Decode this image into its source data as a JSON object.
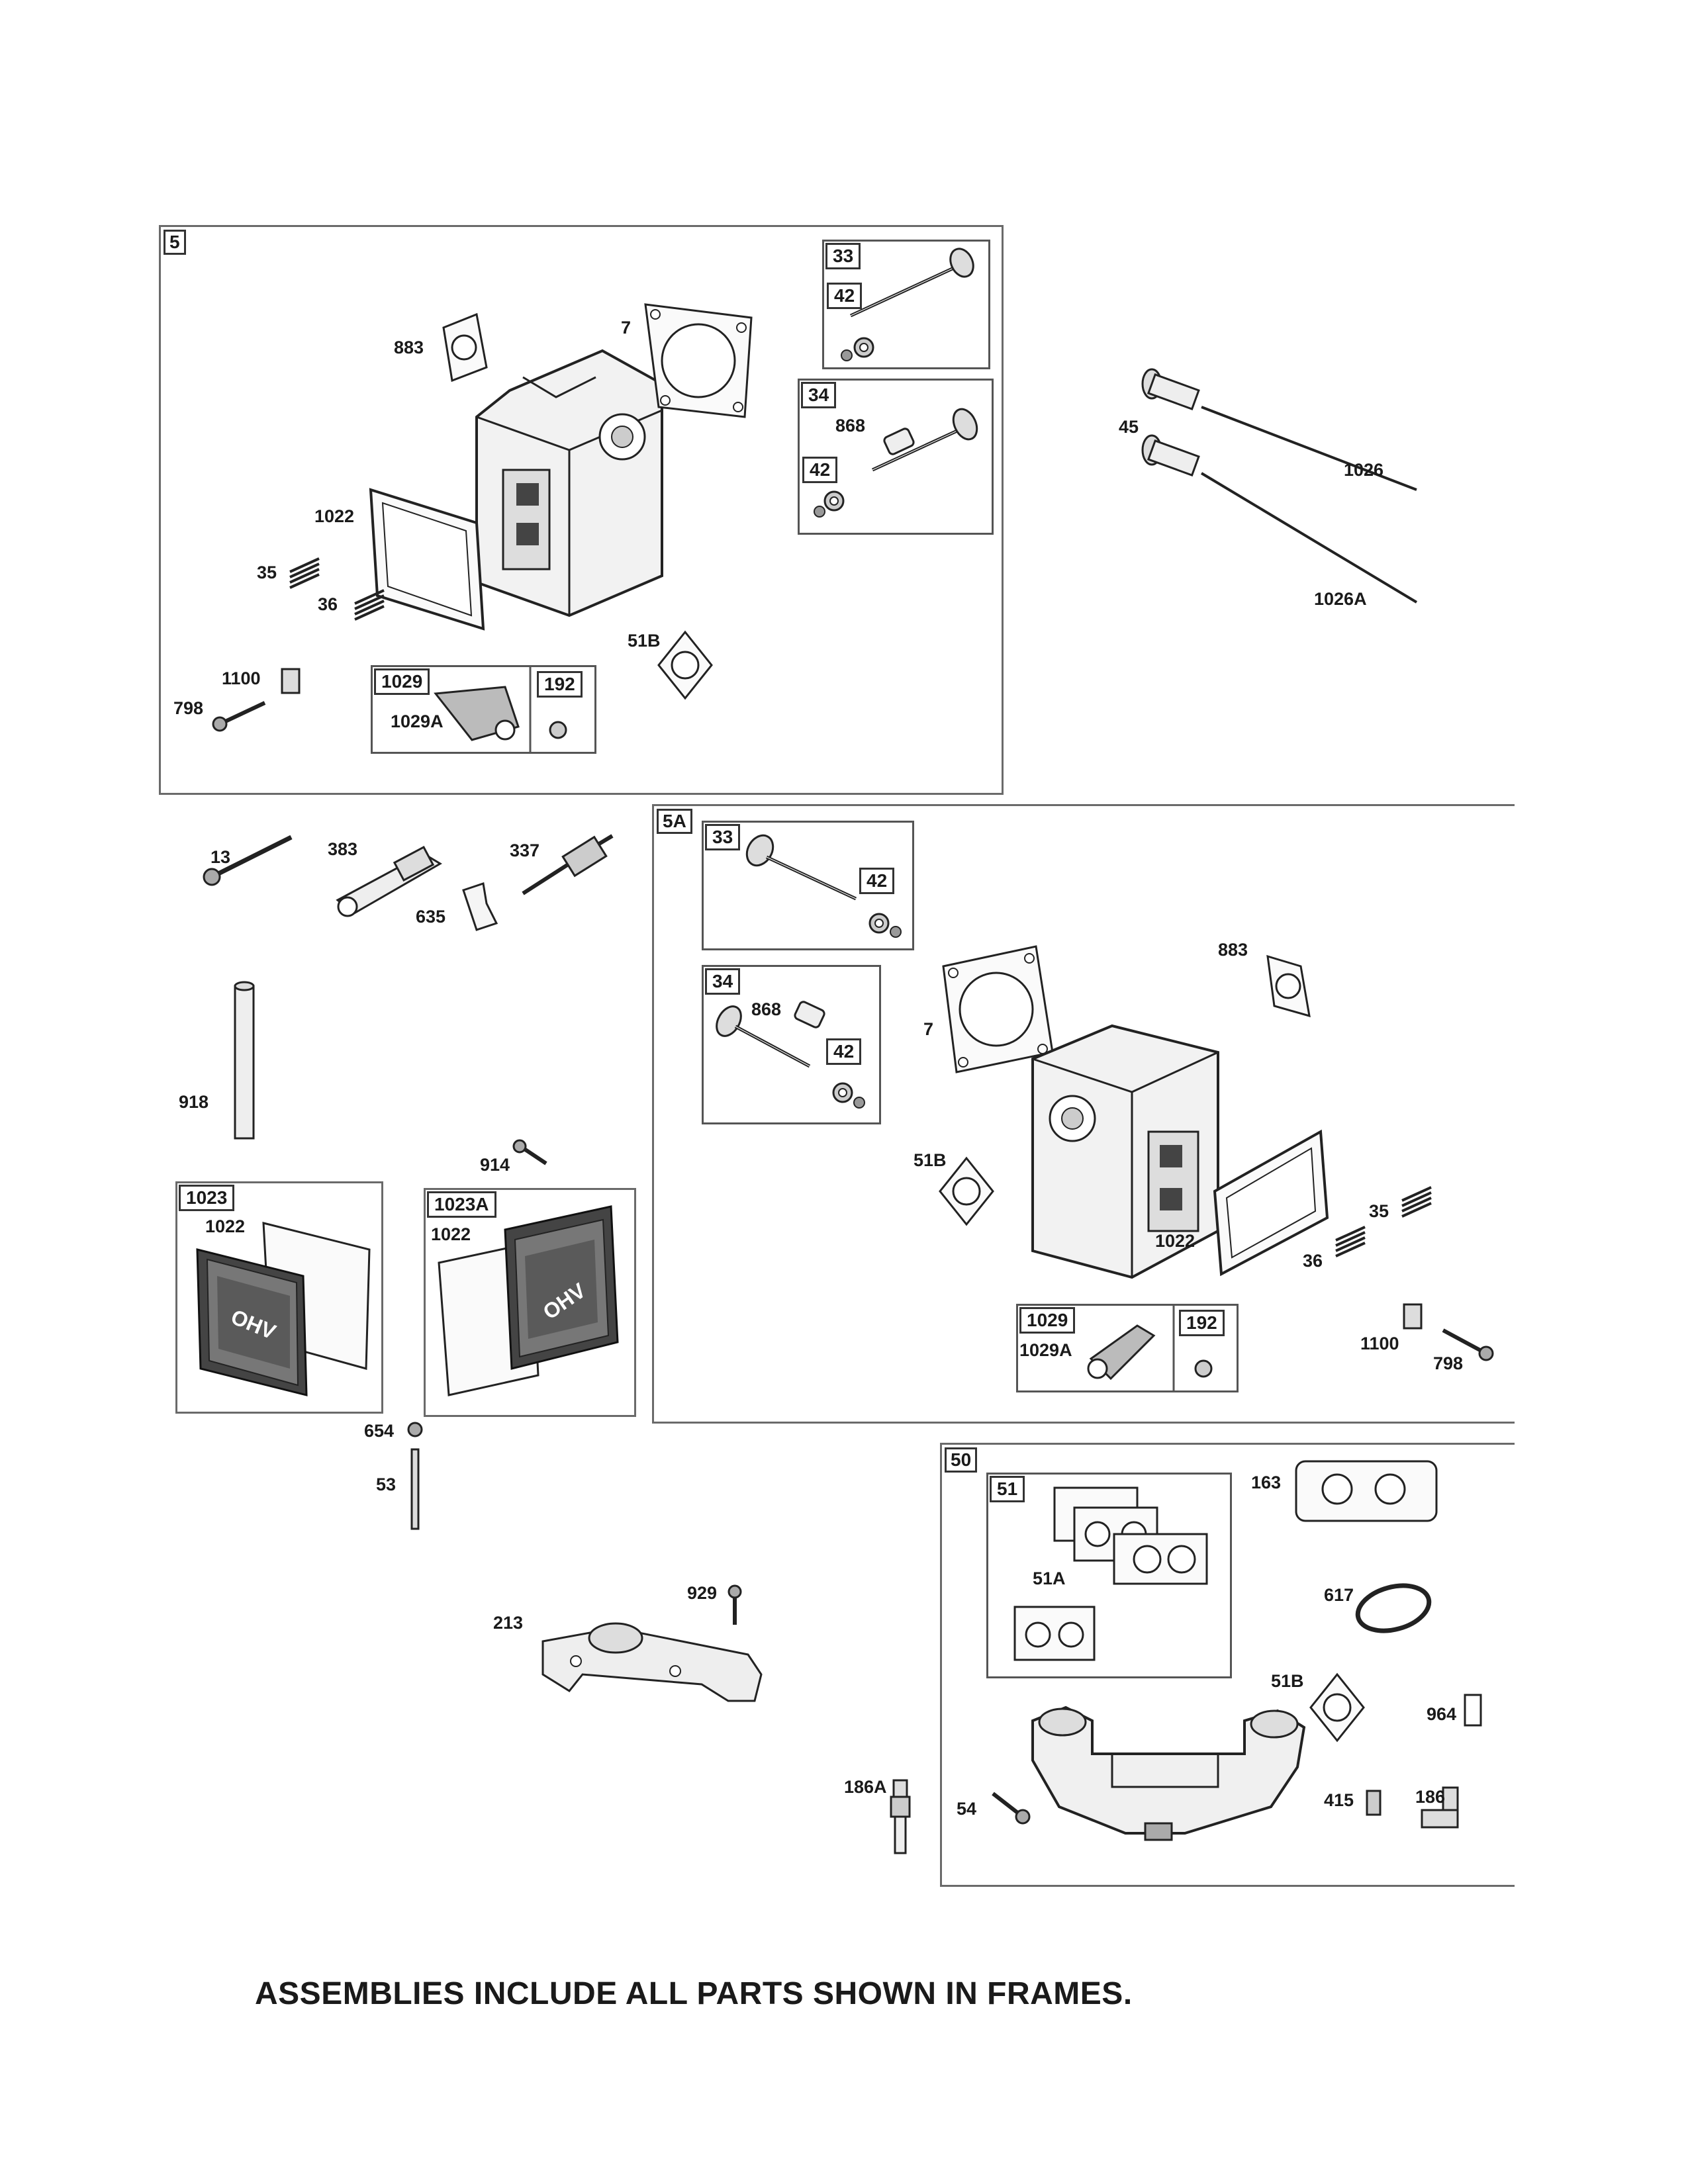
{
  "footer_note": "ASSEMBLIES INCLUDE ALL PARTS SHOWN IN FRAMES.",
  "frames": {
    "f5": "5",
    "f5a": "5A",
    "f50": "50",
    "f51": "51",
    "f1023": "1023",
    "f1023a": "1023A"
  },
  "boxes": {
    "b33_top": "33",
    "b42_top1": "42",
    "b34_top": "34",
    "b42_top2": "42",
    "b1029_top": "1029",
    "b192_top": "192",
    "b33_mid": "33",
    "b42_mid1": "42",
    "b34_mid": "34",
    "b42_mid2": "42",
    "b1029_mid": "1029",
    "b192_mid": "192"
  },
  "labels": {
    "l883a": "883",
    "l7a": "7",
    "l1022a": "1022",
    "l35a": "35",
    "l36a": "36",
    "l868a": "868",
    "l51ba": "51B",
    "l1100a": "1100",
    "l798a": "798",
    "l1029aa": "1029A",
    "l45": "45",
    "l1026": "1026",
    "l1026a": "1026A",
    "l13": "13",
    "l383": "383",
    "l337": "337",
    "l635": "635",
    "l918": "918",
    "l914": "914",
    "l1022b": "1022",
    "l1022c": "1022",
    "l654": "654",
    "l53": "53",
    "l868b": "868",
    "l7b": "7",
    "l883b": "883",
    "l51bb": "51B",
    "l1022d": "1022",
    "l35b": "35",
    "l36b": "36",
    "l1029ab": "1029A",
    "l1100b": "1100",
    "l798b": "798",
    "l163": "163",
    "l51a": "51A",
    "l617": "617",
    "l51bc": "51B",
    "l964": "964",
    "l929": "929",
    "l213": "213",
    "l186a": "186A",
    "l54": "54",
    "l415": "415",
    "l186": "186"
  },
  "cover_logo_text": "OHV"
}
